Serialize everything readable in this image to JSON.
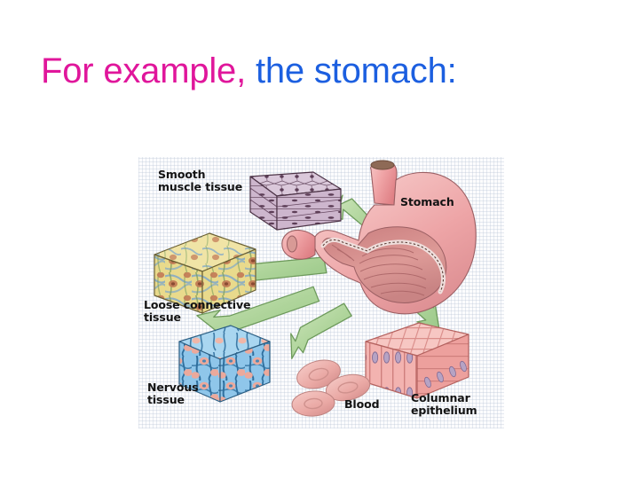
{
  "slide": {
    "background_color": "#ffffff",
    "title": {
      "segments": [
        {
          "text": "For example,",
          "color": "#e0169b"
        },
        {
          "text": " the stomach:",
          "color": "#1c5fe0"
        }
      ],
      "part1": "For example,",
      "part2": " the stomach:"
    }
  },
  "figure": {
    "alt": "Diagram of the stomach with green arrows pointing to blocks of the tissue types that compose it",
    "background_color": "#fcfcfd",
    "grid_color": "#b0bed2",
    "arrow_fill": "#b9dba6",
    "arrow_stroke": "#6d9a5b",
    "labels": {
      "smooth_muscle": "Smooth\nmuscle tissue",
      "loose_connective": "Loose connective\ntissue",
      "nervous": "Nervous\ntissue",
      "stomach": "Stomach",
      "blood": "Blood",
      "columnar_epithelium": "Columnar\nepithelium"
    },
    "tissue_blocks": [
      {
        "name": "smooth-muscle-tissue-block",
        "fill": "#c9b3cb",
        "top_fill": "#d8c6d9"
      },
      {
        "name": "loose-connective-tissue-block",
        "fill": "#e8d98a",
        "top_fill": "#efe4a4"
      },
      {
        "name": "nervous-tissue-block",
        "fill": "#8ec4e8",
        "top_fill": "#a8d3ef"
      },
      {
        "name": "columnar-epithelium-block",
        "fill": "#f0a9a8",
        "top_fill": "#f6c4c1"
      }
    ],
    "organ": {
      "name": "stomach-organ",
      "fill": "#efa0a4",
      "lining_fill": "#cf7d7f"
    },
    "blood_cells": {
      "name": "blood-cells",
      "fill": "#eeadab",
      "count": 3
    }
  }
}
